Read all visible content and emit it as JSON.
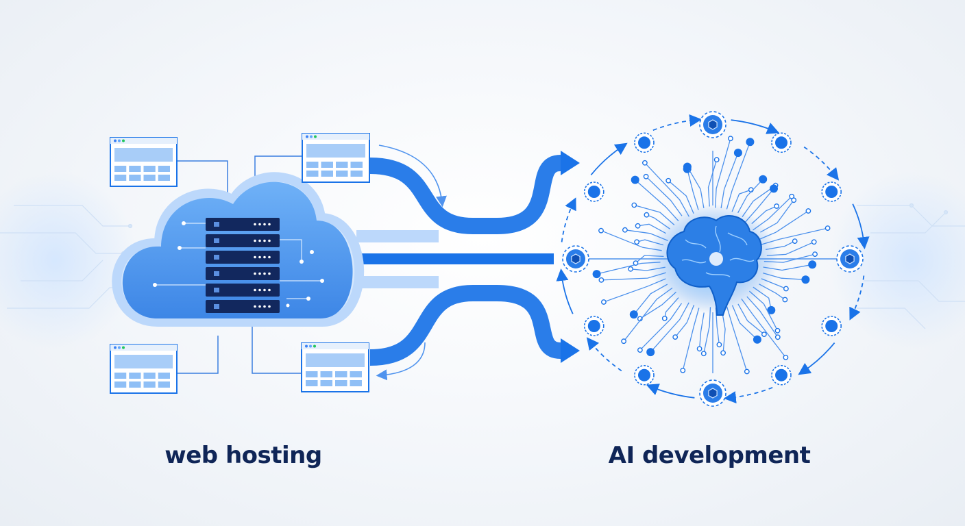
{
  "labels": {
    "left": "web hosting",
    "right": "AI development"
  },
  "icons": {
    "left": [
      "cloud-icon",
      "server-rack-icon",
      "browser-window-icon"
    ],
    "right": [
      "brain-icon",
      "circuit-node-icon",
      "hexagon-node-icon"
    ]
  },
  "colors": {
    "navy_text": "#0f2557",
    "primary_blue": "#1a73e8",
    "light_blue": "#63a4f5",
    "cloud_fill": "#5aa0f0",
    "server_dark": "#12285e",
    "background": "#f3f6fa"
  },
  "counts": {
    "browser_windows": 4,
    "server_units": 6,
    "outer_ring_nodes": 12
  }
}
